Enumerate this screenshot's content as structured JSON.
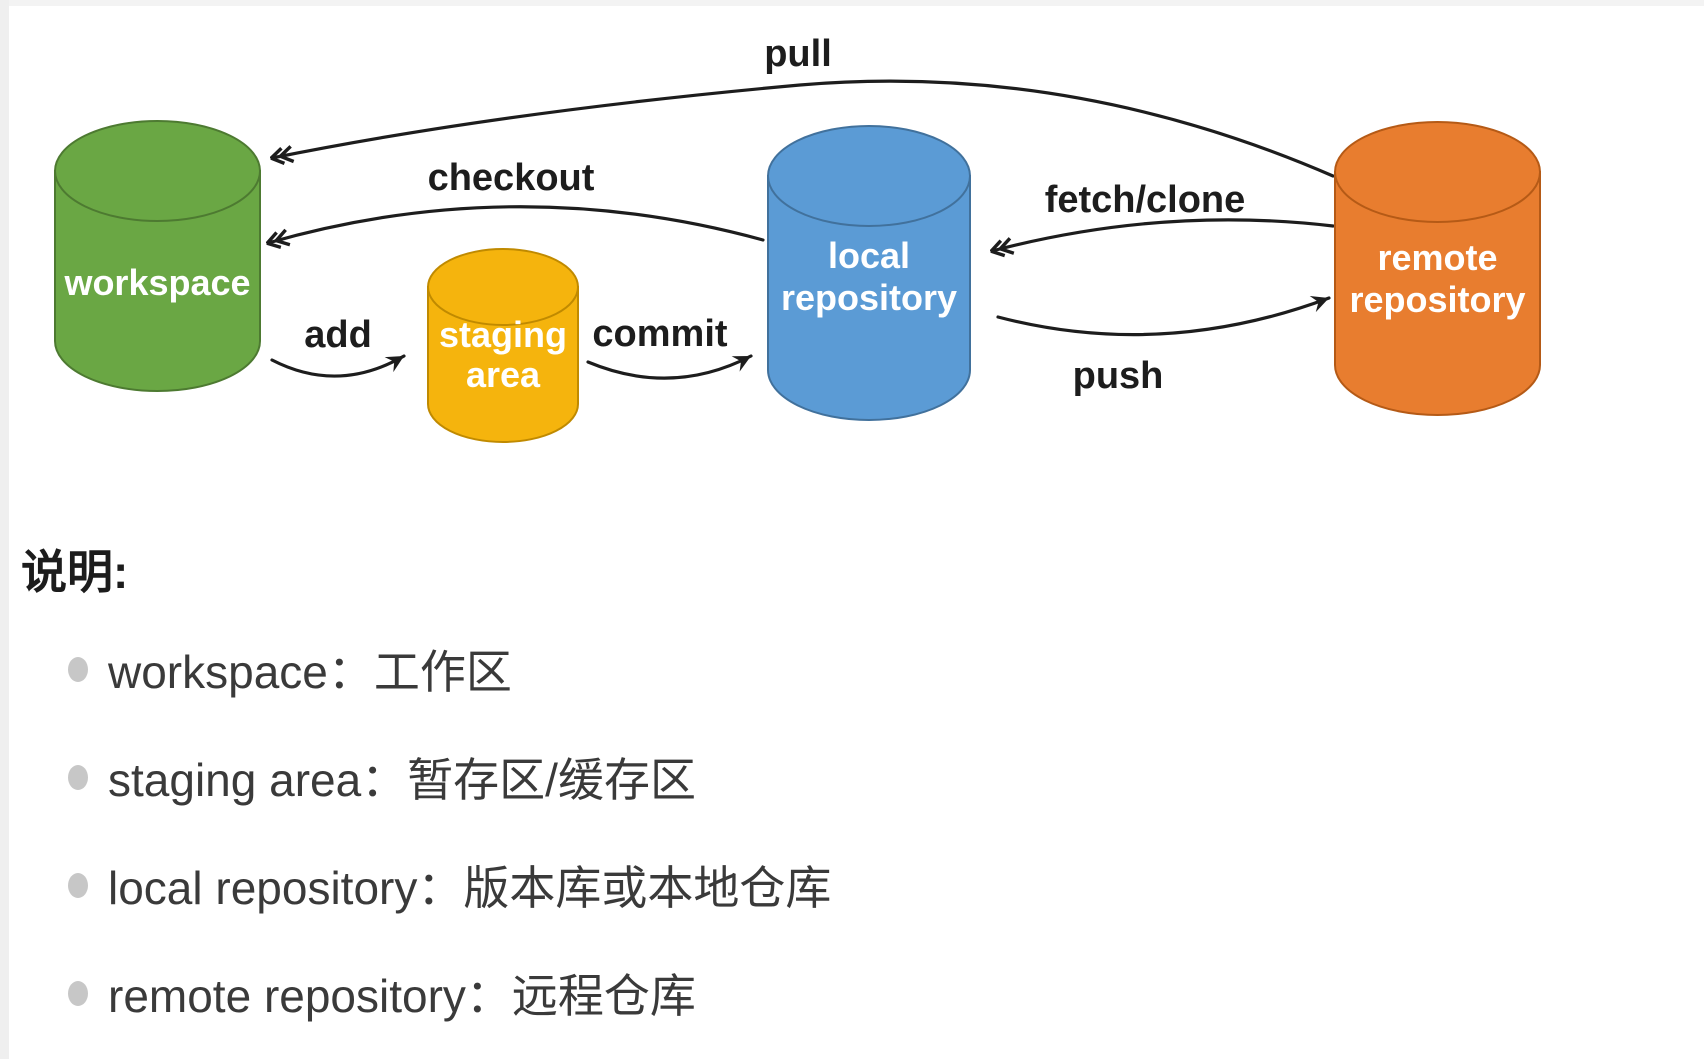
{
  "diagram": {
    "nodes": {
      "workspace": {
        "label": "workspace",
        "fill": "#6AA744"
      },
      "staging_area": {
        "label_line1": "staging",
        "label_line2": "area",
        "fill": "#F5B40D"
      },
      "local_repository": {
        "label_line1": "local",
        "label_line2": "repository",
        "fill": "#5B9BD5"
      },
      "remote_repository": {
        "label_line1": "remote",
        "label_line2": "repository",
        "fill": "#E87D2F"
      }
    },
    "arrows": {
      "pull": "pull",
      "checkout": "checkout",
      "add": "add",
      "commit": "commit",
      "fetch_clone": "fetch/clone",
      "push": "push"
    },
    "arrow_color": "#1D1D1D"
  },
  "legend": {
    "heading": "说明:",
    "items": [
      {
        "text": "workspace：工作区"
      },
      {
        "text": "staging area：暂存区/缓存区"
      },
      {
        "text": "local repository：版本库或本地仓库"
      },
      {
        "text": "remote repository：远程仓库"
      }
    ]
  }
}
